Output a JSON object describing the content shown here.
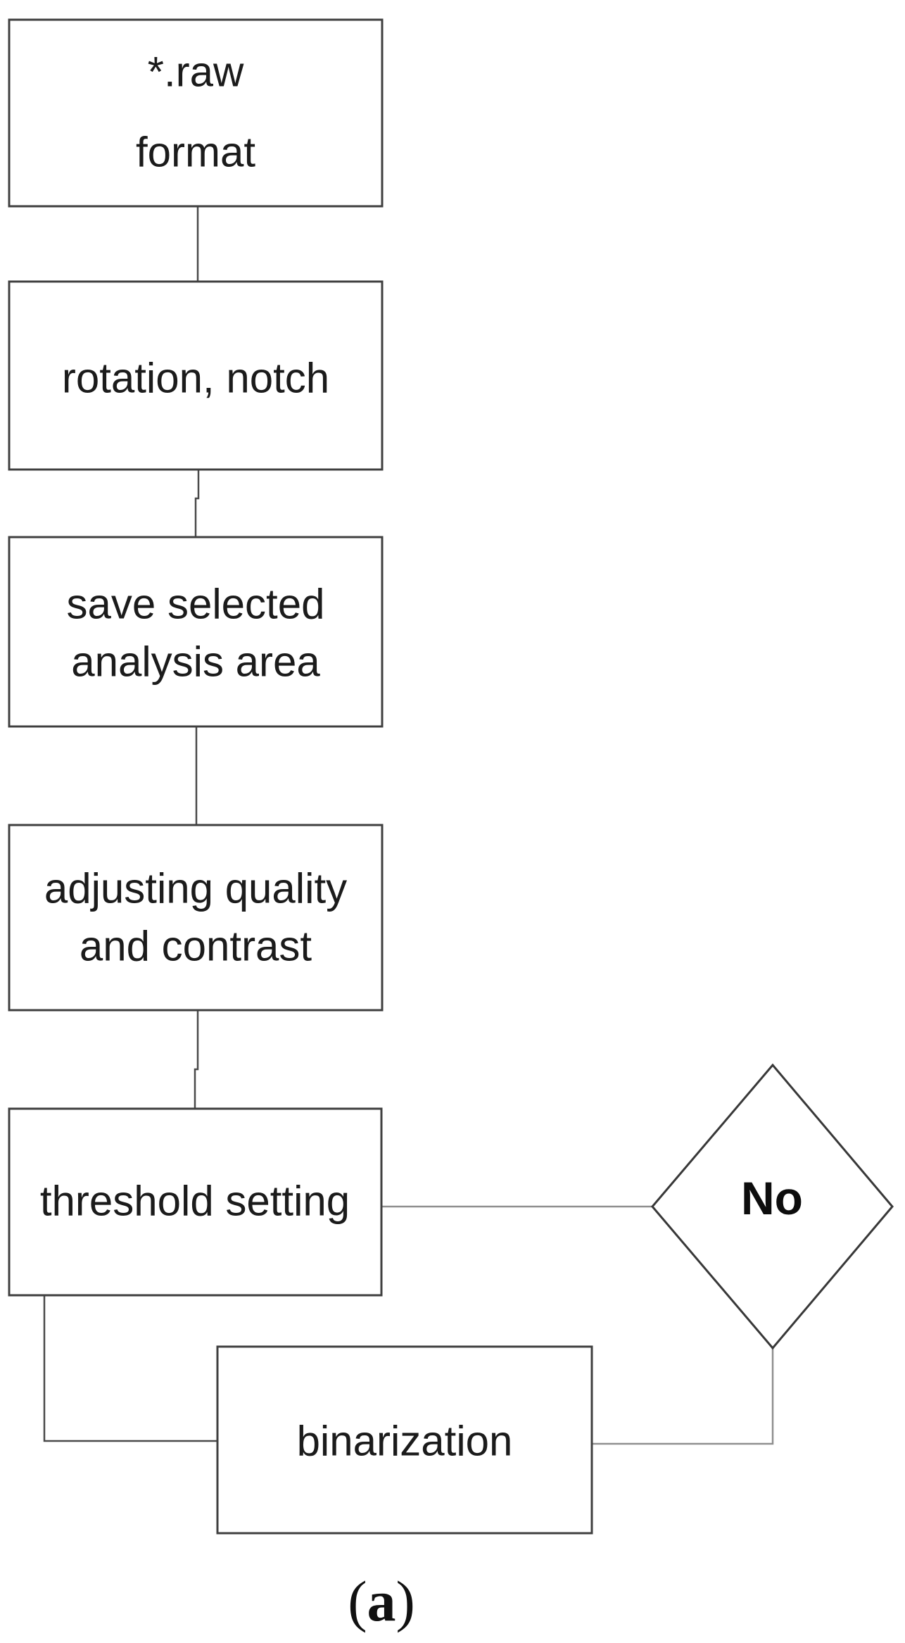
{
  "figure": {
    "nodes": {
      "raw_format": {
        "line1": "*.raw",
        "line2": "format"
      },
      "rotation_notch": {
        "label": "rotation, notch"
      },
      "save_area": {
        "line1": "save selected",
        "line2": "analysis area"
      },
      "adjust_quality": {
        "line1": "adjusting quality",
        "line2": "and contrast"
      },
      "threshold": {
        "label": "threshold setting"
      },
      "decision": {
        "label": "No"
      },
      "binarization": {
        "label": "binarization"
      }
    },
    "panel": {
      "open": "(",
      "letter": "a",
      "close": ")"
    },
    "colors": {
      "background": "#ffffff",
      "box_border": "#3f3f3f",
      "box_fill": "#ffffff",
      "connector_dark": "#4a4a4a",
      "connector_light": "#8f8f8f",
      "diamond_border": "#383838",
      "text": "#1b1b1b",
      "decision_text": "#0d0d0d",
      "panel_text": "#111111"
    }
  }
}
